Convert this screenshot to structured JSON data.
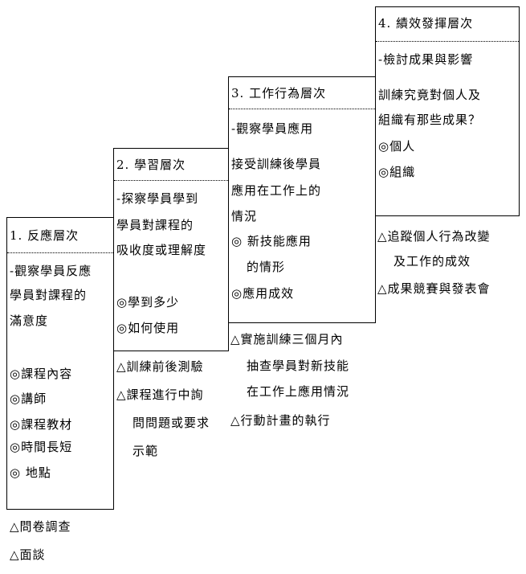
{
  "level1": {
    "title": "1. 反應層次",
    "lines": [
      "-觀察學員反應",
      "學員對課程的",
      "滿意度"
    ],
    "items": [
      "◎課程內容",
      "◎講師",
      "◎課程教材",
      "◎時間長短",
      "◎ 地點"
    ],
    "methods": [
      "△問卷調查",
      "△面談"
    ]
  },
  "level2": {
    "title": "2. 學習層次",
    "lines": [
      "-探察學員學到",
      "學員對課程的",
      "吸收度或理解度"
    ],
    "items": [
      "◎學到多少",
      "◎如何使用"
    ],
    "methods": [
      "△訓練前後測驗",
      "△課程進行中詢",
      "問問題或要求",
      "示範"
    ]
  },
  "level3": {
    "title": "3. 工作行為層次",
    "lines": [
      "-觀察學員應用",
      "接受訓練後學員",
      "應用在工作上的",
      "情況"
    ],
    "items": [
      "◎ 新技能應用",
      "的情形",
      "◎應用成效"
    ],
    "methods": [
      "△實施訓練三個月內",
      "抽查學員對新技能",
      "在工作上應用情況",
      "△行動計畫的執行"
    ]
  },
  "level4": {
    "title": "4. 績效發揮層次",
    "lines": [
      "-檢討成果與影響",
      "訓練究竟對個人及",
      "組織有那些成果？"
    ],
    "items": [
      "◎個人",
      "◎組織"
    ],
    "methods": [
      "△追蹤個人行為改變",
      "及工作的成效",
      "△成果競賽與發表會"
    ]
  }
}
